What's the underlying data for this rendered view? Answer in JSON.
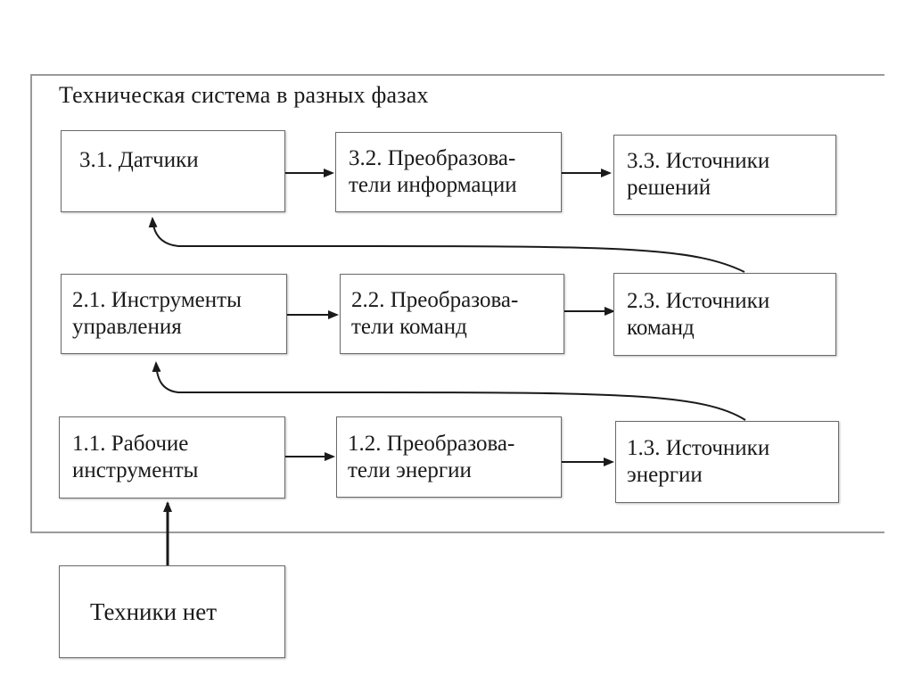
{
  "diagram": {
    "title": "Техническая система в разных фазах",
    "boxes": {
      "b31": [
        "3.1. Датчики"
      ],
      "b32": [
        "3.2. Преобразова-",
        "тели информации"
      ],
      "b33": [
        "3.3. Источники",
        "решений"
      ],
      "b21": [
        "2.1. Инструменты",
        "управления"
      ],
      "b22": [
        "2.2. Преобразова-",
        "тели команд"
      ],
      "b23": [
        "2.3. Источники",
        "команд"
      ],
      "b11": [
        "1.1. Рабочие",
        "инструменты"
      ],
      "b12": [
        "1.2. Преобразова-",
        "тели энергии"
      ],
      "b13": [
        "1.3. Источники",
        "энергии"
      ],
      "none": [
        "Техники нет"
      ]
    }
  }
}
